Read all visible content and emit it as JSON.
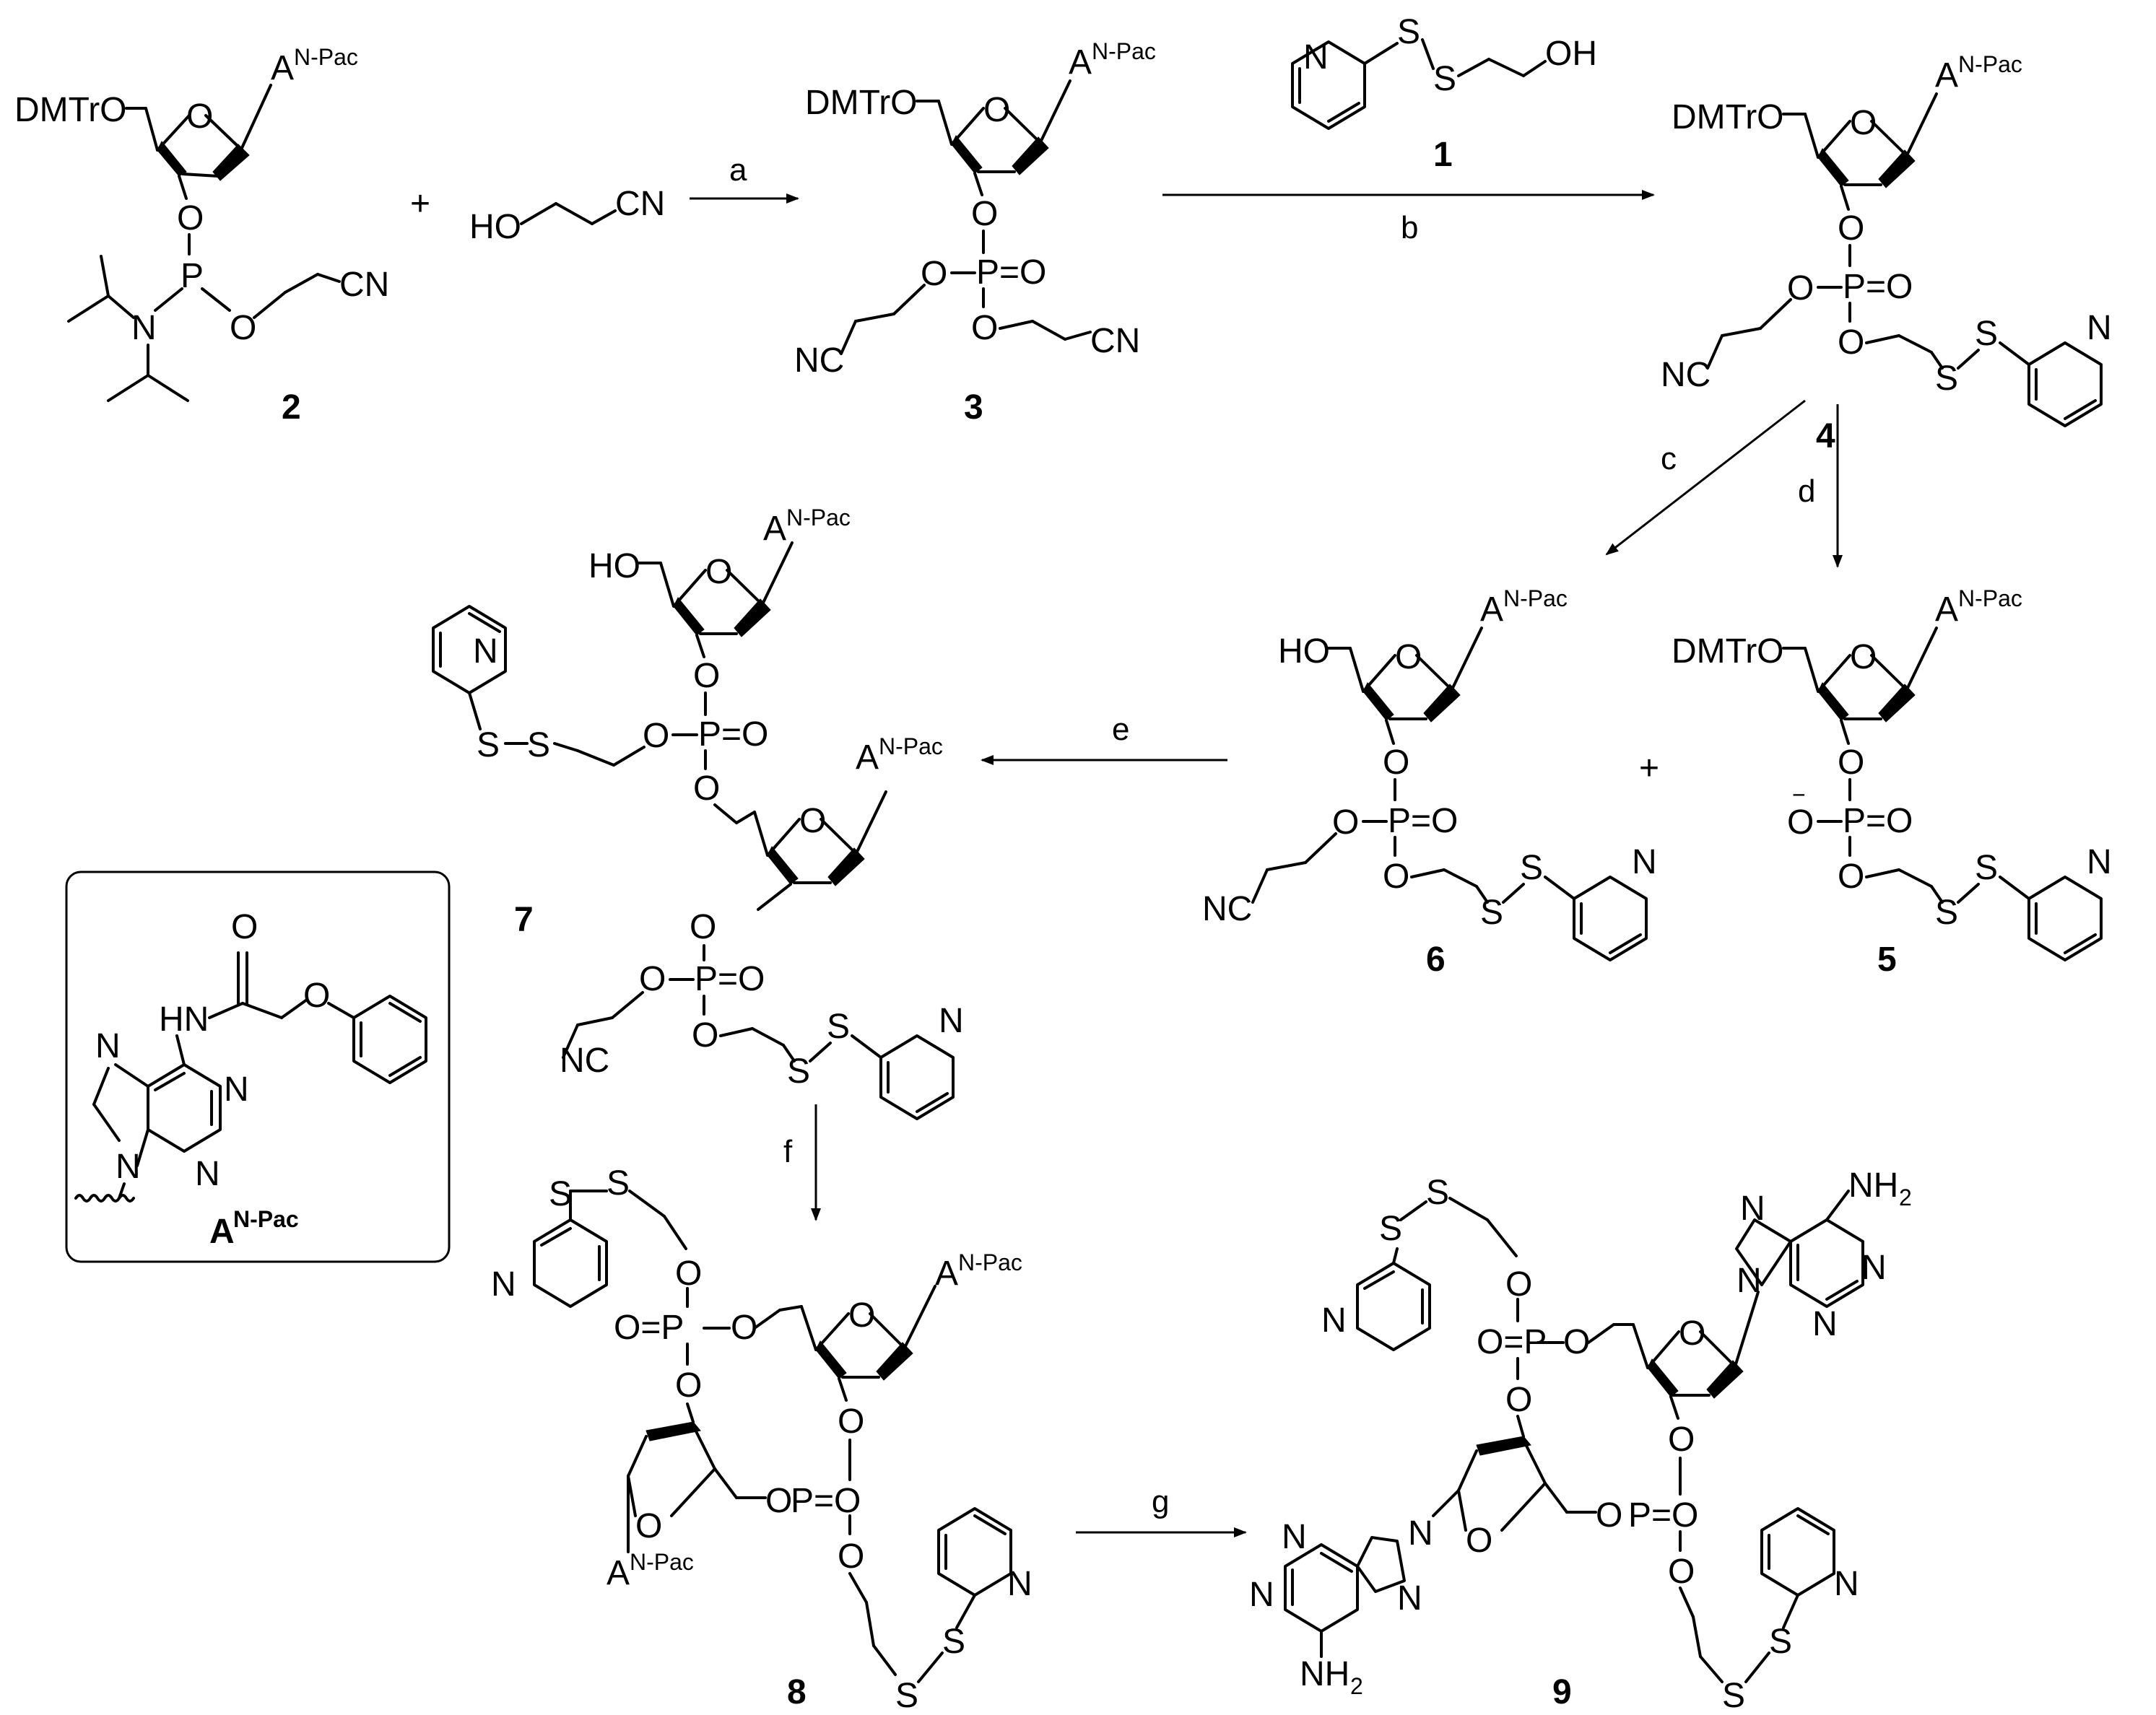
{
  "compounds": [
    {
      "id": "2",
      "label": "2"
    },
    {
      "id": "3",
      "label": "3"
    },
    {
      "id": "1",
      "label": "1"
    },
    {
      "id": "4",
      "label": "4"
    },
    {
      "id": "5",
      "label": "5"
    },
    {
      "id": "6",
      "label": "6"
    },
    {
      "id": "7",
      "label": "7"
    },
    {
      "id": "8",
      "label": "8"
    },
    {
      "id": "9",
      "label": "9"
    }
  ],
  "reagents": {
    "a": "a",
    "b": "b",
    "c": "c",
    "d": "d",
    "e": "e",
    "f": "f",
    "g": "g"
  },
  "plus": "+",
  "groups": {
    "dmtro": "DMTrO",
    "ho": "HO",
    "nc": "NC",
    "cn": "CN",
    "a_base": "A",
    "npac": "N-Pac",
    "o": "O",
    "p": "P",
    "po": "P=O",
    "op": "O=P",
    "s": "S",
    "n": "N",
    "oh": "OH",
    "hn": "HN",
    "nh2": "NH",
    "two": "2",
    "ominus": "O",
    "minus": "−"
  },
  "legend": {
    "base": "A",
    "sup": "N-Pac"
  }
}
